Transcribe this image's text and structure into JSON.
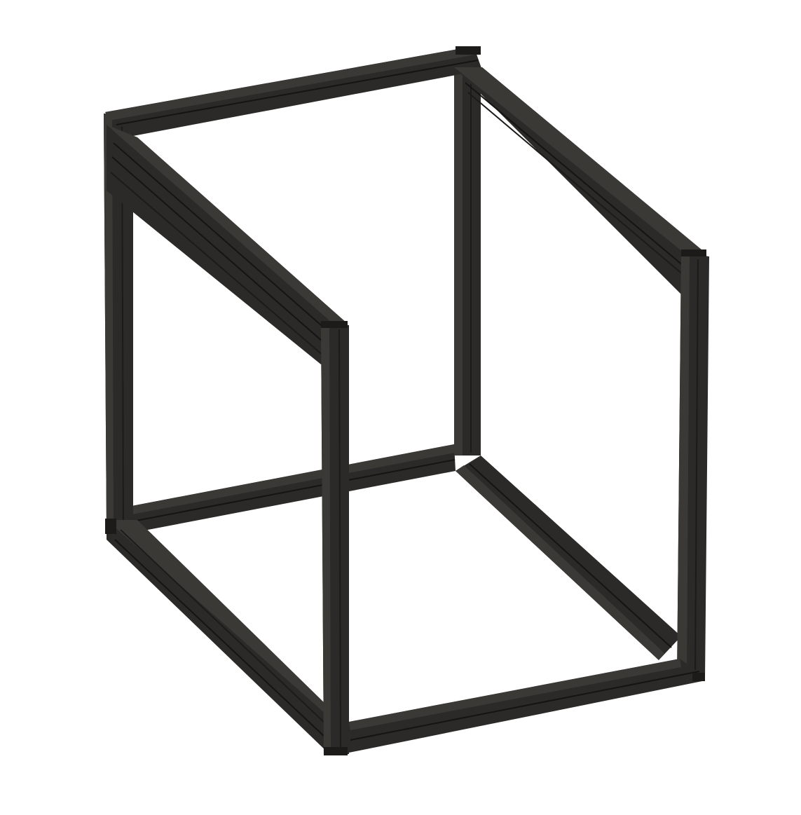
{
  "colors": {
    "background": "#ffffff",
    "profile_face": "#2b2a28",
    "profile_light": "#3b3936",
    "profile_dark": "#1c1b1a",
    "groove": "#151414"
  },
  "model": {
    "object": "aluminium-extrusion-cube-frame",
    "parts": [
      "top-back-rail",
      "top-left-rail",
      "top-right-rail",
      "bottom-back-rail",
      "bottom-left-rail",
      "bottom-front-rail",
      "bottom-right-rail",
      "post-back-left",
      "post-back-right",
      "post-front",
      "post-right"
    ]
  }
}
